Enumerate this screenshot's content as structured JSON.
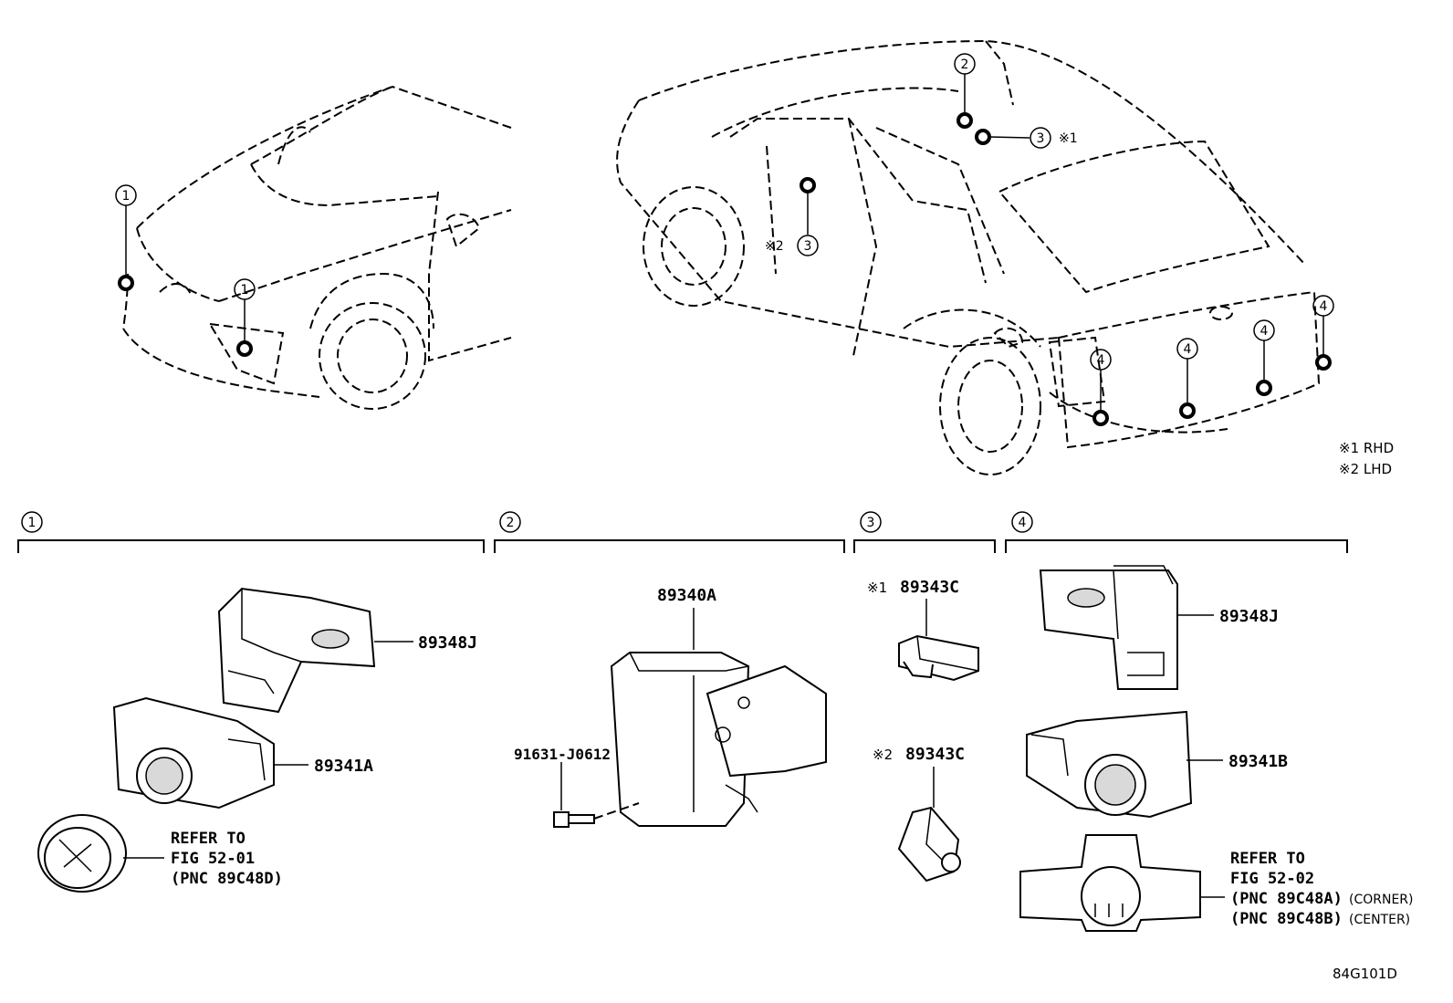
{
  "callouts": [
    "1",
    "2",
    "3",
    "4"
  ],
  "notes": {
    "n1": "※1 RHD",
    "n2": "※2 LHD"
  },
  "marks": {
    "m1": "※1",
    "m2": "※2"
  },
  "parts": {
    "p89348J_front": "89348J",
    "p89341A": "89341A",
    "p89340A": "89340A",
    "p91631": "91631-J0612",
    "p89343C": "89343C",
    "p89348J_rear": "89348J",
    "p89341B": "89341B"
  },
  "refer1": {
    "l1": "REFER TO",
    "l2": "FIG 52-01",
    "l3": "(PNC 89C48D)"
  },
  "refer2": {
    "l1": "REFER TO",
    "l2": "FIG 52-02",
    "l3": "(PNC 89C48A)",
    "l3b": "(CORNER)",
    "l4": "(PNC 89C48B)",
    "l4b": "(CENTER)"
  },
  "figure_code": "84G101D"
}
